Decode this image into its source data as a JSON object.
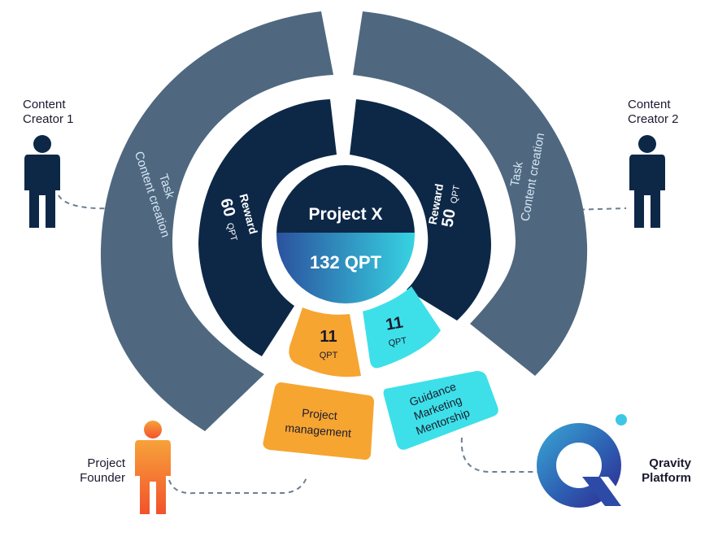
{
  "center": {
    "title": "Project X",
    "total": "132 QPT"
  },
  "rewards": {
    "left": {
      "label": "Reward",
      "amount": "60",
      "unit": "QPT"
    },
    "right": {
      "label": "Reward",
      "amount": "50",
      "unit": "QPT"
    }
  },
  "tasks": {
    "left": {
      "label": "Task",
      "value": "Content creation"
    },
    "right": {
      "label": "Task",
      "value": "Content creation"
    }
  },
  "small_segments": {
    "orange": {
      "amount": "11",
      "unit": "QPT"
    },
    "cyan": {
      "amount": "11",
      "unit": "QPT"
    }
  },
  "roles": {
    "orange": [
      "Project",
      "management"
    ],
    "cyan": [
      "Guidance",
      "Marketing",
      "Mentorship"
    ]
  },
  "actors": {
    "creator1": [
      "Content",
      "Creator 1"
    ],
    "creator2": [
      "Content",
      "Creator 2"
    ],
    "founder": [
      "Project",
      "Founder"
    ],
    "platform": [
      "Qravity",
      "Platform"
    ]
  },
  "colors": {
    "navy": "#0d2847",
    "slate": "#4f6880",
    "orange": "#f6a531",
    "cyan": "#3de0e8",
    "text_dark": "#1a1a2e",
    "task_text": "#d6e6f2"
  }
}
